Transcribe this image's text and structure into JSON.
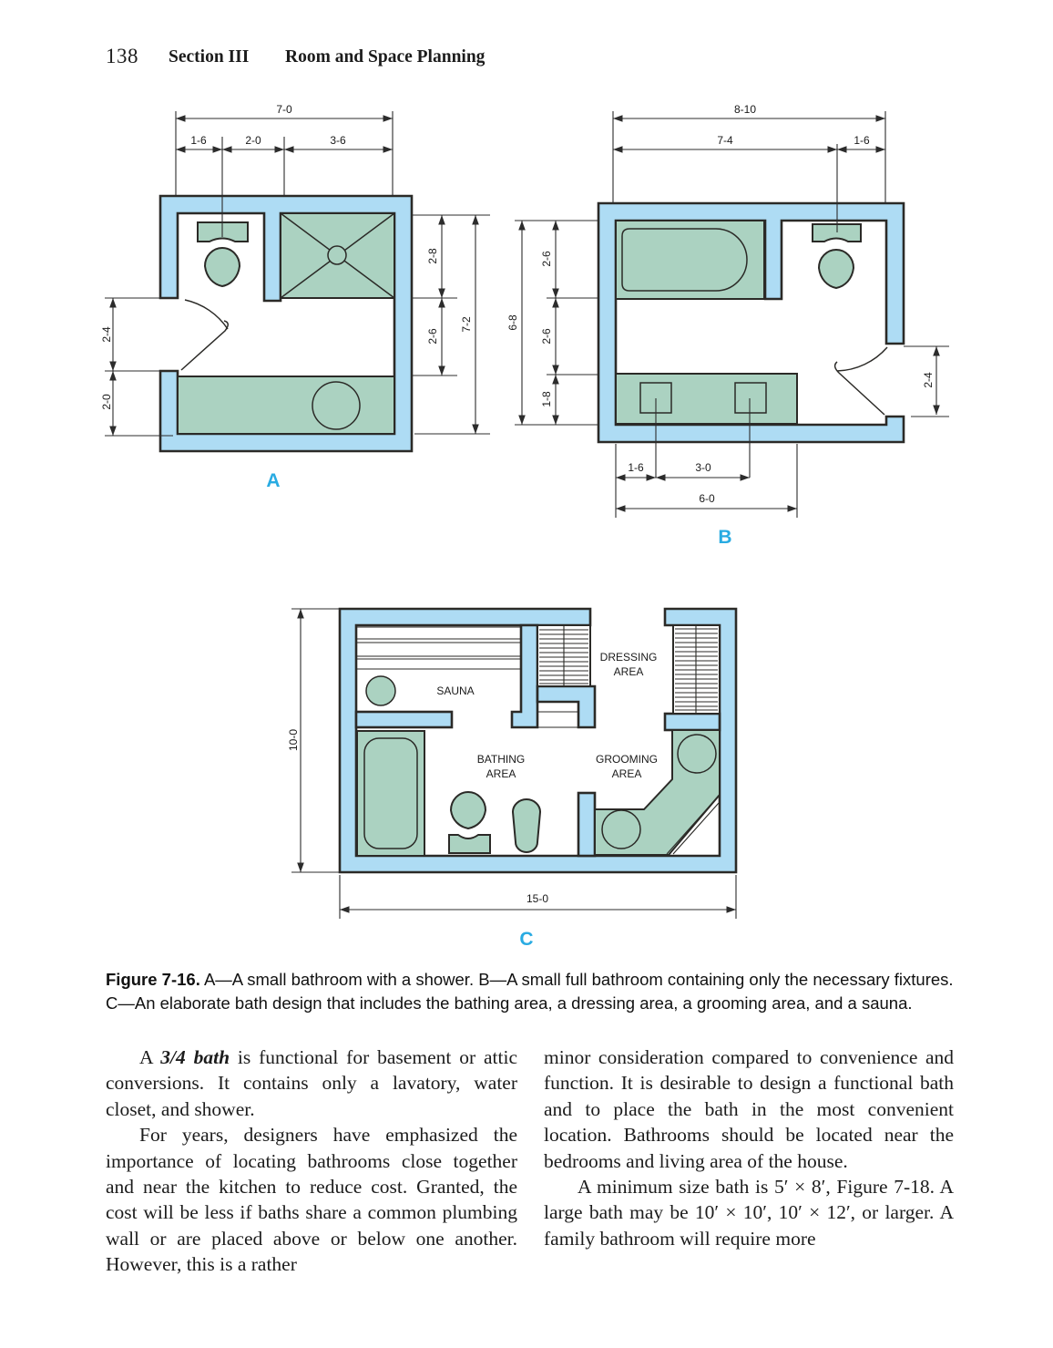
{
  "page": {
    "number": "138",
    "section_label": "Section III",
    "section_title": "Room and Space Planning"
  },
  "figure": {
    "caption_label": "Figure 7-16.",
    "caption_text": " A—A small bathroom with a shower. B—A small full bathroom containing only the necessary fixtures. C—An elaborate bath design that includes the bathing area, a dressing area, a grooming area, and a sauna."
  },
  "diagram_a": {
    "label": "A",
    "top_overall": "7-0",
    "top_seg1": "1-6",
    "top_seg2": "2-0",
    "top_seg3": "3-6",
    "right_seg1": "2-8",
    "right_seg2": "2-6",
    "right_overall": "7-2",
    "left_seg1": "2-4",
    "left_seg2": "2-0"
  },
  "diagram_b": {
    "label": "B",
    "top_overall": "8-10",
    "top_seg1": "7-4",
    "top_seg2": "1-6",
    "left_overall": "6-8",
    "left_seg1": "2-6",
    "left_seg2": "2-6",
    "left_seg3": "1-8",
    "right_door": "2-4",
    "bottom_seg1": "1-6",
    "bottom_seg2": "3-0",
    "bottom_overall": "6-0"
  },
  "diagram_c": {
    "label": "C",
    "left_overall": "10-0",
    "bottom_overall": "15-0",
    "sauna": "SAUNA",
    "dressing_line1": "DRESSING",
    "dressing_line2": "AREA",
    "bathing_line1": "BATHING",
    "bathing_line2": "AREA",
    "grooming_line1": "GROOMING",
    "grooming_line2": "AREA"
  },
  "body": {
    "col1_p1_pre": "A ",
    "col1_p1_term": "3/4 bath",
    "col1_p1_post": " is functional for basement or attic conversions. It contains only a lavatory, water closet, and shower.",
    "col1_p2": "For years, designers have emphasized the importance of locating bathrooms close together and near the kitchen to reduce cost. Granted, the cost will be less if baths share a common plumbing wall or are placed above or below one another. However, this is a rather",
    "col2_p1": "minor consideration compared to convenience and function. It is desirable to design a functional bath and to place the bath in the most convenient location. Bathrooms should be located near the bedrooms and living area of the house.",
    "col2_p2": "A minimum size bath is 5′ × 8′, Figure 7-18. A large bath may be 10′ × 10′, 10′ × 12′, or larger. A family bathroom will require more"
  },
  "colors": {
    "wall": "#aedcf4",
    "fixture": "#abd2c1",
    "outline": "#2b2a27",
    "accent": "#29abe2"
  }
}
